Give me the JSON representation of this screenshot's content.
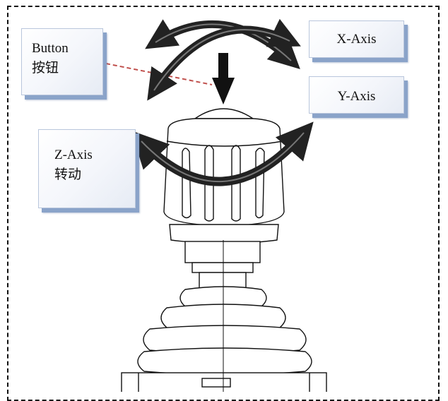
{
  "labels": {
    "button": {
      "en": "Button",
      "zh": "按钮"
    },
    "x_axis": "X-Axis",
    "y_axis": "Y-Axis",
    "z_axis": {
      "en": "Z-Axis",
      "zh": "转动"
    }
  },
  "colors": {
    "box_shadow": "#8aa3c9",
    "leader_line": "#c0504d",
    "arrows": "#222222",
    "outline": "#111111"
  },
  "icons": [
    "x-axis-arrow-icon",
    "y-axis-arrow-icon",
    "z-axis-rotation-arrow-icon",
    "push-down-arrow-icon"
  ]
}
